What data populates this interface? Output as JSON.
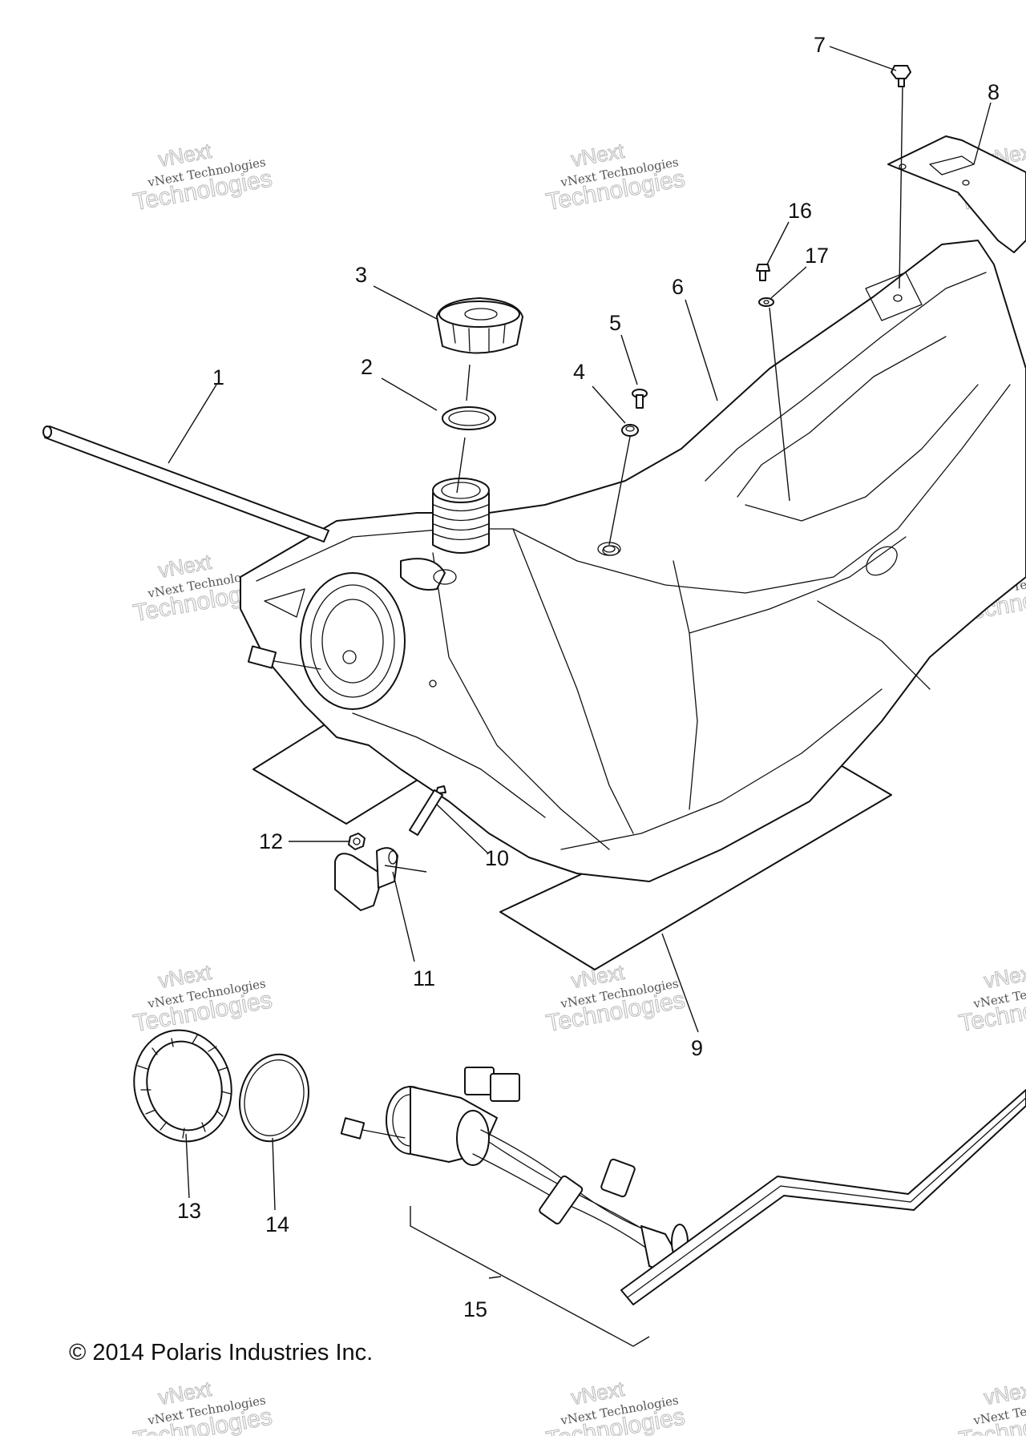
{
  "copyright": "© 2014 Polaris Industries Inc.",
  "watermark": {
    "line1": "vNext Technologies",
    "line2": "vNext",
    "line3": "Technologies"
  },
  "callouts": [
    {
      "id": "1",
      "part": "vent-hose"
    },
    {
      "id": "2",
      "part": "cap-seal-ring"
    },
    {
      "id": "3",
      "part": "fuel-cap"
    },
    {
      "id": "4",
      "part": "grommet"
    },
    {
      "id": "5",
      "part": "screw"
    },
    {
      "id": "6",
      "part": "fuel-tank"
    },
    {
      "id": "7",
      "part": "bolt"
    },
    {
      "id": "8",
      "part": "mounting-bracket"
    },
    {
      "id": "9",
      "part": "foam-pad"
    },
    {
      "id": "10",
      "part": "bolt"
    },
    {
      "id": "11",
      "part": "clip"
    },
    {
      "id": "12",
      "part": "nut"
    },
    {
      "id": "13",
      "part": "lock-ring"
    },
    {
      "id": "14",
      "part": "o-ring"
    },
    {
      "id": "15",
      "part": "fuel-pump-assembly"
    },
    {
      "id": "16",
      "part": "bolt"
    },
    {
      "id": "17",
      "part": "washer"
    }
  ]
}
